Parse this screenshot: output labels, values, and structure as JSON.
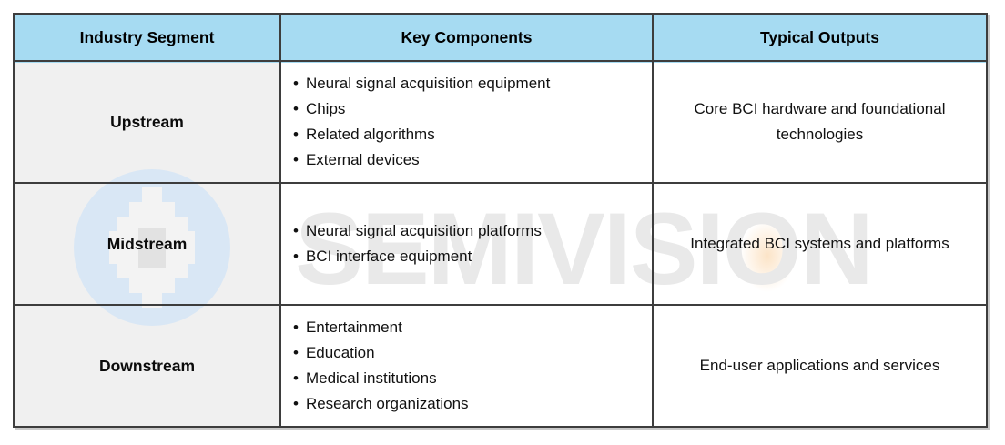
{
  "chart_data": {
    "type": "table",
    "title": "",
    "columns": [
      "Industry Segment",
      "Key Components",
      "Typical Outputs"
    ],
    "rows": [
      {
        "segment": "Upstream",
        "components": [
          "Neural signal acquisition equipment",
          "Chips",
          "Related algorithms",
          "External devices"
        ],
        "outputs": "Core BCI hardware and foundational technologies"
      },
      {
        "segment": "Midstream",
        "components": [
          "Neural signal acquisition platforms",
          "BCI interface equipment"
        ],
        "outputs": "Integrated BCI systems and platforms"
      },
      {
        "segment": "Downstream",
        "components": [
          "Entertainment",
          "Education",
          "Medical institutions",
          "Research organizations"
        ],
        "outputs": "End-user applications and services"
      }
    ]
  },
  "table": {
    "columns": [
      "Industry Segment",
      "Key Components",
      "Typical Outputs"
    ],
    "rows": [
      {
        "segment": "Upstream",
        "components": [
          "Neural signal acquisition equipment",
          "Chips",
          "Related algorithms",
          "External devices"
        ],
        "outputs": "Core BCI hardware and foundational technologies"
      },
      {
        "segment": "Midstream",
        "components": [
          "Neural signal acquisition platforms",
          "BCI interface equipment"
        ],
        "outputs": "Integrated BCI systems and platforms"
      },
      {
        "segment": "Downstream",
        "components": [
          "Entertainment",
          "Education",
          "Medical institutions",
          "Research organizations"
        ],
        "outputs": "End-user applications and services"
      }
    ]
  },
  "watermark": {
    "brand": "SEMIVISION"
  },
  "colors": {
    "header_bg": "#A6DBF2",
    "segment_column_bg": "#F0F0F0",
    "grid_border": "#3D3D3D",
    "shadow": "#C9C9C9",
    "watermark_text": "#E9E9E9",
    "watermark_circle": "#D9E7F5",
    "watermark_chip": "#F3F3F3",
    "watermark_glow": "#F7B76B"
  }
}
